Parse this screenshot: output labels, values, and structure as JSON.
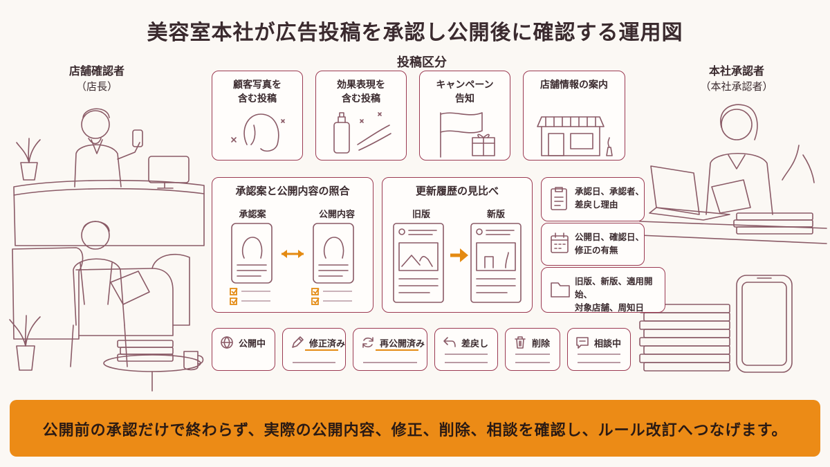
{
  "title": "美容室本社が広告投稿を承認し公開後に確認する運用図",
  "left_role": {
    "name": "店舗確認者",
    "sub": "（店長）"
  },
  "right_role": {
    "name": "本社承認者",
    "sub": "（本社承認者）"
  },
  "categories": {
    "heading": "投稿区分",
    "items": [
      {
        "line1": "顧客写真を",
        "line2": "含む投稿"
      },
      {
        "line1": "効果表現を",
        "line2": "含む投稿"
      },
      {
        "line1": "キャンペーン",
        "line2": "告知"
      },
      {
        "line1": "店舗情報の案内",
        "line2": ""
      }
    ]
  },
  "comparison": {
    "title": "承認案と公開内容の照合",
    "left": "承認案",
    "right": "公開内容"
  },
  "history": {
    "title": "更新履歴の見比べ",
    "left": "旧版",
    "right": "新版"
  },
  "records": [
    {
      "line1": "承認日、承認者、",
      "line2": "差戻し理由"
    },
    {
      "line1": "公開日、確認日、",
      "line2": "修正の有無"
    },
    {
      "line1": "旧版、新版、適用開始、",
      "line2": "対象店舗、周知日"
    }
  ],
  "statuses": [
    {
      "label": "公開中",
      "icon": "globe-icon"
    },
    {
      "label": "修正済み",
      "icon": "pencil-icon"
    },
    {
      "label": "再公開済み",
      "icon": "refresh-icon"
    },
    {
      "label": "差戻し",
      "icon": "return-arrow-icon"
    },
    {
      "label": "削除",
      "icon": "trash-icon"
    },
    {
      "label": "相談中",
      "icon": "chat-bubble-icon"
    }
  ],
  "banner": "公開前の承認だけで終わらず、実際の公開内容、修正、削除、相談を確認し、ルール改訂へつなげます。",
  "colors": {
    "accent": "#9b3a52",
    "banner": "#ec8b16",
    "arrow": "#e48a12",
    "check": "#e48a12"
  }
}
